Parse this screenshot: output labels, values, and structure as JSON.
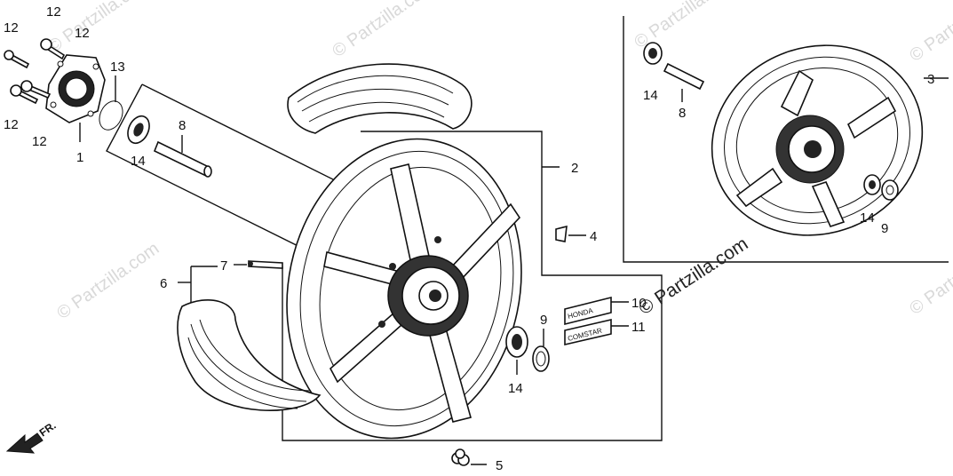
{
  "diagram": {
    "watermark": "© Partzilla.com",
    "direction_marker": "FR.",
    "emblems": {
      "honda": "HONDA",
      "comstar": "COMSTAR"
    },
    "callouts": [
      {
        "id": "c1",
        "label": "1"
      },
      {
        "id": "c2",
        "label": "2"
      },
      {
        "id": "c3",
        "label": "3"
      },
      {
        "id": "c4",
        "label": "4"
      },
      {
        "id": "c5",
        "label": "5"
      },
      {
        "id": "c6",
        "label": "6"
      },
      {
        "id": "c7",
        "label": "7"
      },
      {
        "id": "c8a",
        "label": "8"
      },
      {
        "id": "c8b",
        "label": "8"
      },
      {
        "id": "c9a",
        "label": "9"
      },
      {
        "id": "c9b",
        "label": "9"
      },
      {
        "id": "c10",
        "label": "10"
      },
      {
        "id": "c11",
        "label": "11"
      },
      {
        "id": "c12a",
        "label": "12"
      },
      {
        "id": "c12b",
        "label": "12"
      },
      {
        "id": "c12c",
        "label": "12"
      },
      {
        "id": "c12d",
        "label": "12"
      },
      {
        "id": "c13",
        "label": "13"
      },
      {
        "id": "c14a",
        "label": "14"
      },
      {
        "id": "c14b",
        "label": "14"
      },
      {
        "id": "c14c",
        "label": "14"
      },
      {
        "id": "c14d",
        "label": "14"
      }
    ]
  }
}
